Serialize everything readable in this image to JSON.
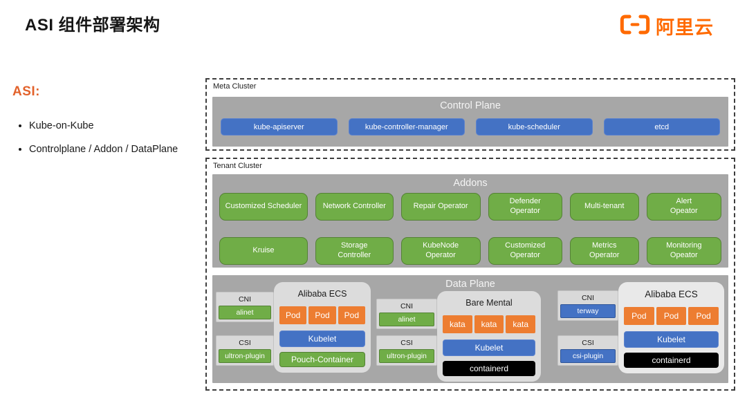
{
  "page": {
    "title": "ASI 组件部署架构"
  },
  "logo": {
    "name": "alibaba-cloud-logo",
    "text": "阿里云",
    "color": "#FF6A00"
  },
  "left_panel": {
    "heading": "ASI:",
    "bullets": [
      "Kube-on-Kube",
      "Controlplane / Addon / DataPlane"
    ]
  },
  "meta_cluster": {
    "label": "Meta Cluster",
    "control_plane": {
      "title": "Control Plane",
      "components": [
        "kube-apiserver",
        "kube-controller-manager",
        "kube-scheduler",
        "etcd"
      ]
    }
  },
  "tenant_cluster": {
    "label": "Tenant Cluster",
    "addons": {
      "title": "Addons",
      "row1": [
        "Customized Scheduler",
        "Network Controller",
        "Repair Operator",
        "Defender\nOperator",
        "Multi-tenant",
        "Alert\nOpeator"
      ],
      "row2": [
        "Kruise",
        "Storage\nController",
        "KubeNode\nOperator",
        "Customized\nOperator",
        "Metrics\nOperator",
        "Monitoring\nOpeator"
      ]
    },
    "data_plane": {
      "title": "Data Plane",
      "nodes": [
        {
          "cni_label": "CNI",
          "cni_plugin": "alinet",
          "csi_label": "CSI",
          "csi_plugin": "ultron-plugin",
          "title": "Alibaba ECS",
          "pods": [
            "Pod",
            "Pod",
            "Pod"
          ],
          "kubelet": "Kubelet",
          "runtime": "Pouch-Container"
        },
        {
          "cni_label": "CNI",
          "cni_plugin": "alinet",
          "csi_label": "CSI",
          "csi_plugin": "ultron-plugin",
          "title": "Bare Mental",
          "pods": [
            "kata",
            "kata",
            "kata"
          ],
          "kubelet": "Kubelet",
          "runtime": "containerd"
        },
        {
          "cni_label": "CNI",
          "cni_plugin": "terway",
          "csi_label": "CSI",
          "csi_plugin": "csi-plugin",
          "title": "Alibaba ECS",
          "pods": [
            "Pod",
            "Pod",
            "Pod"
          ],
          "kubelet": "Kubelet",
          "runtime": "containerd"
        }
      ]
    }
  },
  "colors": {
    "accent_orange": "#E2622B",
    "brand_orange": "#FF6A00",
    "box_blue": "#4472C4",
    "box_green": "#70AD47",
    "box_orange": "#ED7D31",
    "panel_gray": "#A7A7A7",
    "runtime_black": "#000000"
  }
}
